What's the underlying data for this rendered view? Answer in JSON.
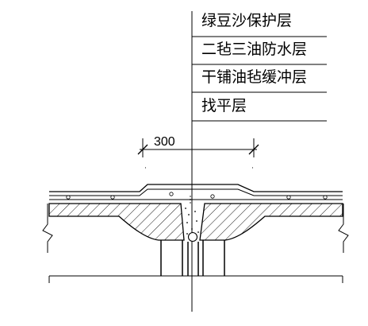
{
  "layers": [
    {
      "label": "绿豆沙保护层"
    },
    {
      "label": "二毡三油防水层"
    },
    {
      "label": "干铺油毡缓冲层"
    },
    {
      "label": "找平层"
    }
  ],
  "dimension": {
    "value": "300"
  }
}
